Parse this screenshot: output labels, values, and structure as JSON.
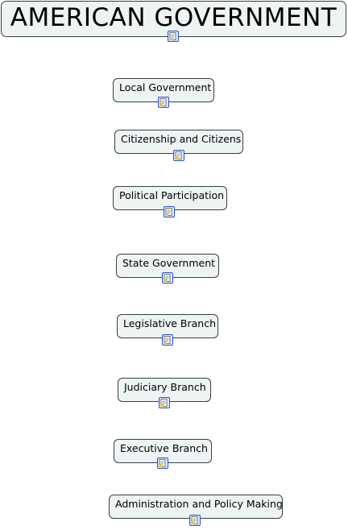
{
  "map": {
    "root": {
      "label": "AMERICAN GOVERNMENT",
      "note_icon": "note-icon"
    },
    "topics": [
      {
        "label": "Local Government",
        "note_icon": "note-icon"
      },
      {
        "label": "Citizenship and Citizens",
        "note_icon": "note-icon"
      },
      {
        "label": "Political Participation",
        "note_icon": "note-icon"
      },
      {
        "label": "State Government",
        "note_icon": "note-icon"
      },
      {
        "label": "Legislative Branch",
        "note_icon": "note-icon"
      },
      {
        "label": "Judiciary Branch",
        "note_icon": "note-icon"
      },
      {
        "label": "Executive Branch",
        "note_icon": "note-icon"
      },
      {
        "label": "Administration and Policy Making",
        "note_icon": "note-icon"
      }
    ]
  },
  "colors": {
    "node_fill": "#eef3f4",
    "node_border": "#3a3f44",
    "note_icon_border": "#2a55b8",
    "note_icon_fill": "#dbe8ff"
  }
}
